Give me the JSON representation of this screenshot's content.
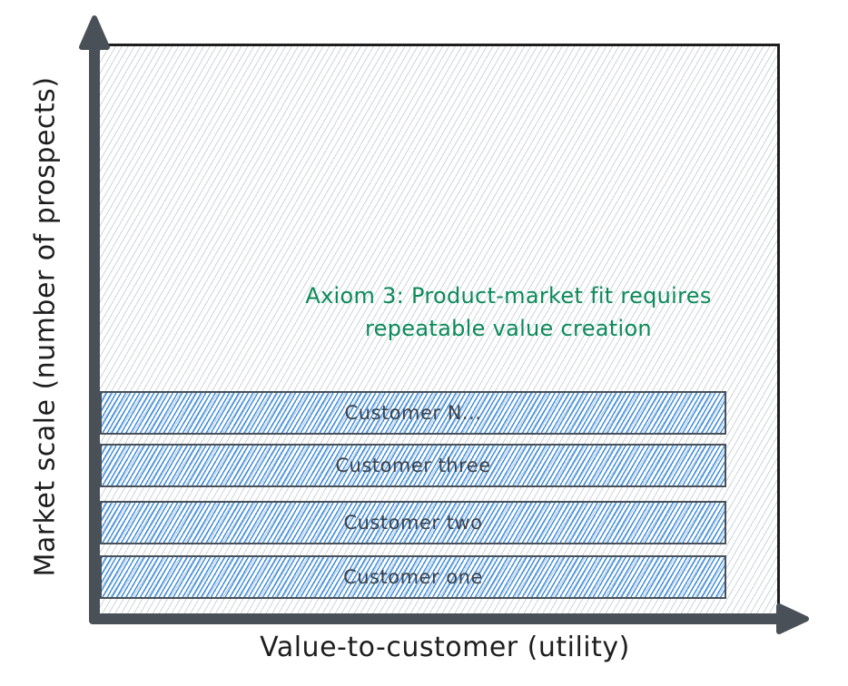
{
  "diagram": {
    "title_annotation": {
      "line1": "Axiom 3: Product-market fit requires",
      "line2": "repeatable value creation",
      "color": "#0c8a5a"
    },
    "x_axis": {
      "label": "Value-to-customer (utility)"
    },
    "y_axis": {
      "label": "Market scale (number of prospects)"
    },
    "bands": [
      {
        "label": "Customer N..."
      },
      {
        "label": "Customer three"
      },
      {
        "label": "Customer two"
      },
      {
        "label": "Customer one"
      }
    ],
    "colors": {
      "axis": "#495057",
      "border": "#1e1e1e",
      "band_fill": "#4a90d9",
      "area_hatch": "#ced4da"
    }
  }
}
